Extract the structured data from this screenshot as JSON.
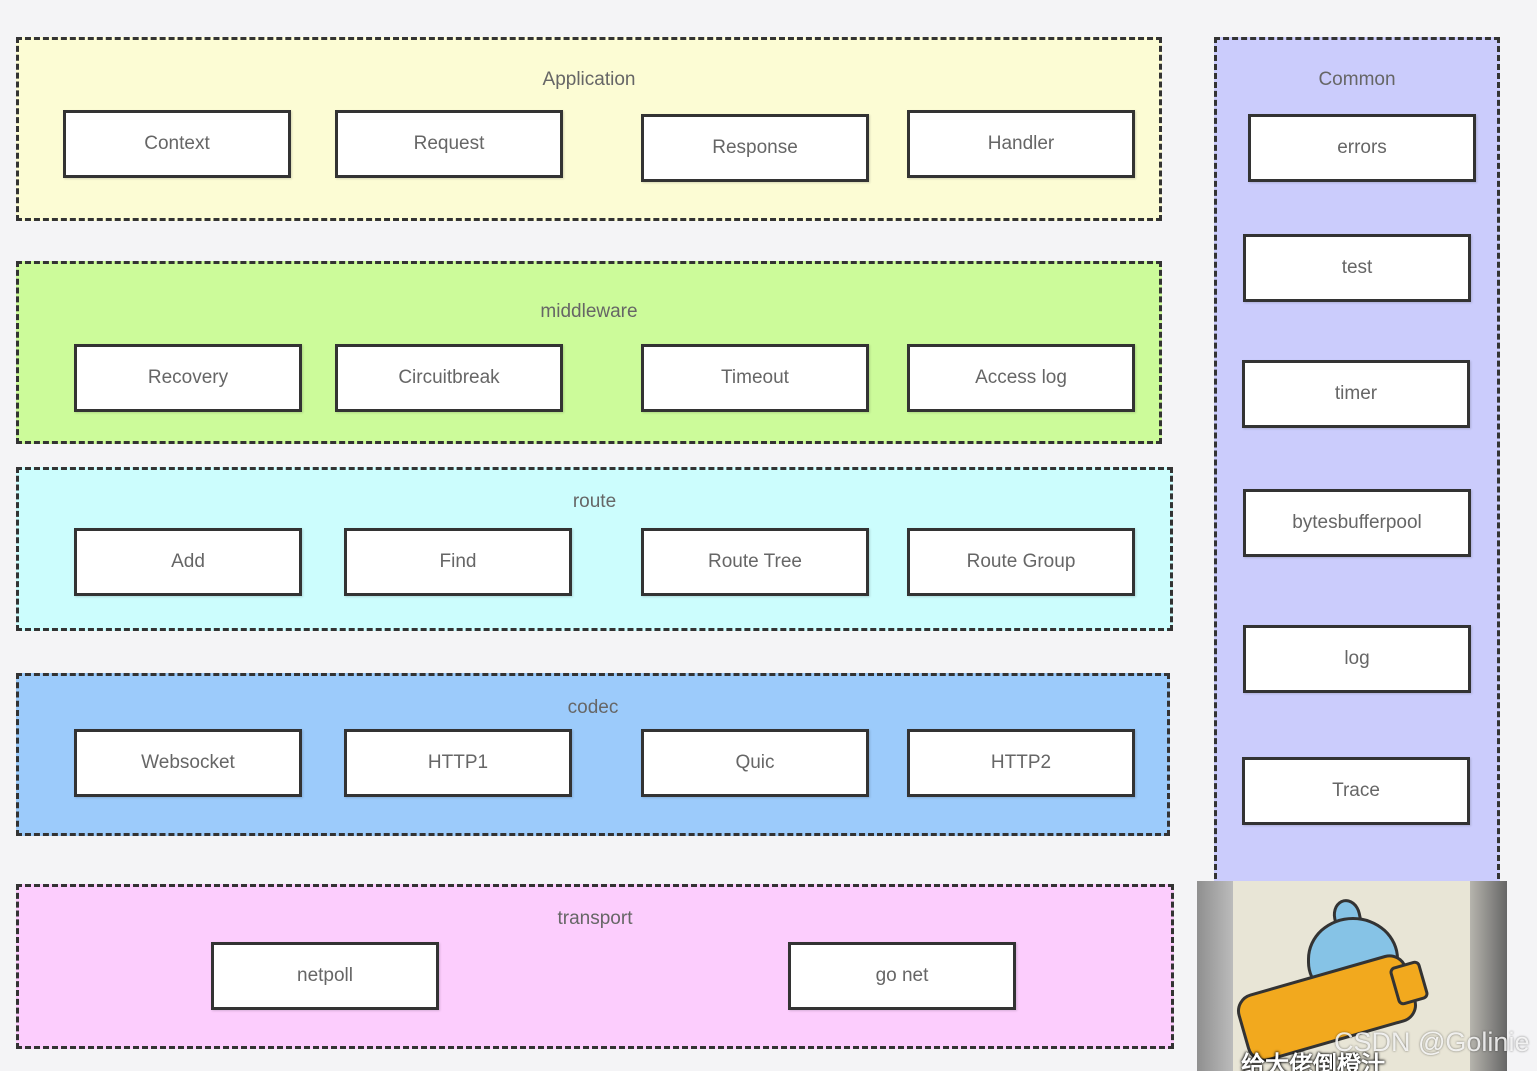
{
  "layers": {
    "application": {
      "title": "Application",
      "modules": [
        "Context",
        "Request",
        "Response",
        "Handler"
      ]
    },
    "middleware": {
      "title": "middleware",
      "modules": [
        "Recovery",
        "Circuitbreak",
        "Timeout",
        "Access log"
      ]
    },
    "route": {
      "title": "route",
      "modules": [
        "Add",
        "Find",
        "Route Tree",
        "Route Group"
      ]
    },
    "codec": {
      "title": "codec",
      "modules": [
        "Websocket",
        "HTTP1",
        "Quic",
        "HTTP2"
      ]
    },
    "transport": {
      "title": "transport",
      "modules": [
        "netpoll",
        "go net"
      ]
    },
    "common": {
      "title": "Common",
      "modules": [
        "errors",
        "test",
        "timer",
        "bytesbufferpool",
        "log",
        "Trace"
      ]
    }
  },
  "colors": {
    "application": "#fcfcd4",
    "middleware": "#ccfb9a",
    "route": "#ccfdfd",
    "codec": "#9ccbfb",
    "transport": "#fccdfd",
    "common": "#cbccfc"
  },
  "overlay": {
    "caption": "给大佬倒橙汁",
    "watermark": "CSDN @Golinie"
  }
}
